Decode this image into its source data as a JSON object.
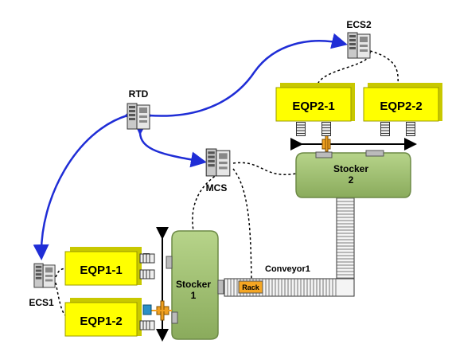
{
  "servers": {
    "ecs2": "ECS2",
    "rtd": "RTD",
    "mcs": "MCS",
    "ecs1": "ECS1"
  },
  "equipment": {
    "eqp2_1": "EQP2-1",
    "eqp2_2": "EQP2-2",
    "eqp1_1": "EQP1-1",
    "eqp1_2": "EQP1-2"
  },
  "stockers": {
    "stocker1": {
      "line1": "Stocker",
      "line2": "1"
    },
    "stocker2": {
      "line1": "Stocker",
      "line2": "2"
    }
  },
  "conveyor": "Conveyor1",
  "rack": "Rack",
  "colors": {
    "equipment_yellow": "#ffff00",
    "stocker_green": "#9bbb6e",
    "link_blue": "#1f2dd6",
    "rack_orange": "#f5a623",
    "crane_orange": "#f0a020",
    "port_blue": "#2a8fc6"
  }
}
